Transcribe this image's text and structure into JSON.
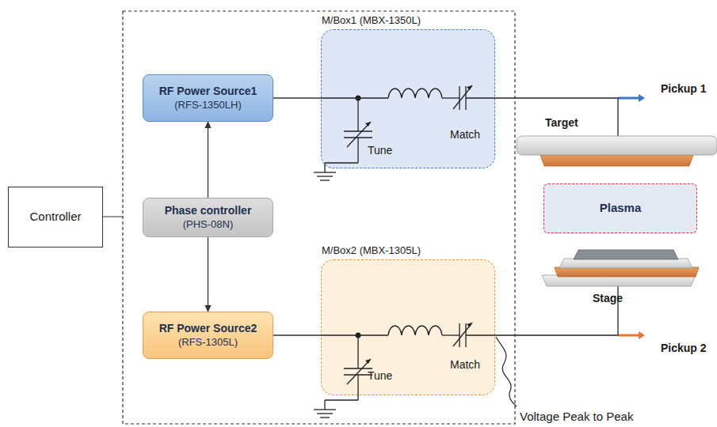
{
  "diagram": {
    "nodes": [
      {
        "text": [
          "Controller"
        ]
      },
      {
        "text": [
          "RF Power Source1",
          "(RFS-1350LH)"
        ]
      },
      {
        "text": [
          "Phase controller",
          "(PHS-08N)"
        ]
      },
      {
        "text": [
          "RF Power Source2",
          "(RFS-1305L)"
        ]
      },
      {
        "text": [
          "M/Box1 (MBX-1350L)",
          "Tune",
          "Match"
        ]
      },
      {
        "text": [
          "M/Box2 (MBX-1305L)",
          "Tune",
          "Match"
        ]
      },
      {
        "text": [
          "Plasma"
        ]
      }
    ],
    "edges": [
      {
        "from": 2,
        "to": 1,
        "arrow": "to"
      },
      {
        "from": 2,
        "to": 3,
        "arrow": "to"
      },
      {
        "from": 1,
        "to": 4,
        "arrow": "none"
      },
      {
        "from": 3,
        "to": 5,
        "arrow": "none"
      }
    ],
    "labels": [
      "Target",
      "Stage",
      "Pickup 1",
      "Pickup 2",
      "Voltage Peak to Peak"
    ]
  }
}
